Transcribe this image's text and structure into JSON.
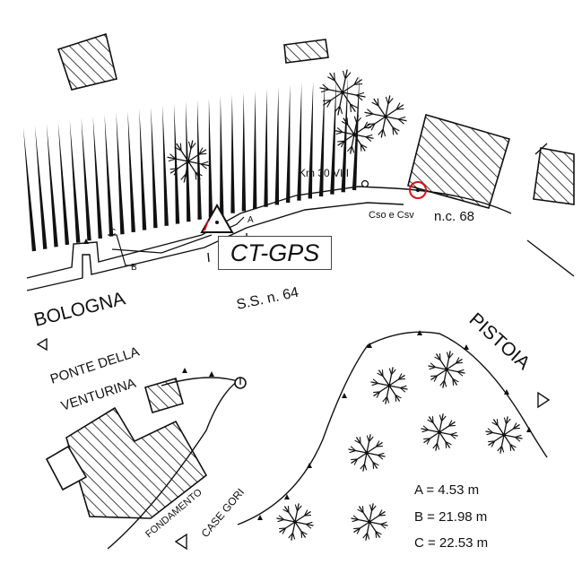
{
  "station": {
    "label": "CT-GPS"
  },
  "labels": {
    "bologna": "BOLOGNA",
    "pistoia": "PISTOIA",
    "road": "S.S. n. 64",
    "km": "Km 30 VIII",
    "cso": "Cso e Csv",
    "nc": "n.c. 68",
    "ponte_line1": "PONTE DELLA",
    "ponte_line2": "VENTURINA",
    "fondamento": "FONDAMENTO",
    "case_gori": "CASE GORI",
    "point_a": "A",
    "point_b": "B",
    "point_c": "C"
  },
  "distances": [
    {
      "text": "A = 4.53 m"
    },
    {
      "text": "B = 21.98 m"
    },
    {
      "text": "C = 22.53 m"
    }
  ],
  "colors": {
    "ink": "#111111",
    "marker": "#dd1111"
  }
}
